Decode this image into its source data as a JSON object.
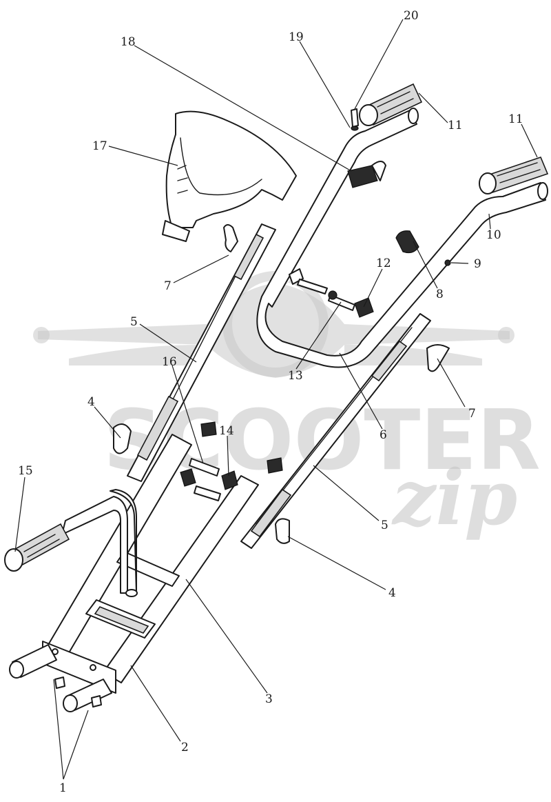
{
  "diagram": {
    "callouts": [
      {
        "id": "c20",
        "label": "20"
      },
      {
        "id": "c19",
        "label": "19"
      },
      {
        "id": "c18",
        "label": "18"
      },
      {
        "id": "c17",
        "label": "17"
      },
      {
        "id": "c11a",
        "label": "11"
      },
      {
        "id": "c11b",
        "label": "11"
      },
      {
        "id": "c10",
        "label": "10"
      },
      {
        "id": "c9",
        "label": "9"
      },
      {
        "id": "c8",
        "label": "8"
      },
      {
        "id": "c12",
        "label": "12"
      },
      {
        "id": "c7a",
        "label": "7"
      },
      {
        "id": "c7b",
        "label": "7"
      },
      {
        "id": "c5a",
        "label": "5"
      },
      {
        "id": "c5b",
        "label": "5"
      },
      {
        "id": "c13",
        "label": "13"
      },
      {
        "id": "c16",
        "label": "16"
      },
      {
        "id": "c6",
        "label": "6"
      },
      {
        "id": "c4a",
        "label": "4"
      },
      {
        "id": "c4b",
        "label": "4"
      },
      {
        "id": "c14",
        "label": "14"
      },
      {
        "id": "c15",
        "label": "15"
      },
      {
        "id": "c3",
        "label": "3"
      },
      {
        "id": "c2",
        "label": "2"
      },
      {
        "id": "c1",
        "label": "1"
      }
    ]
  },
  "watermark": {
    "brand": "SCOOTER",
    "script": "zip"
  }
}
